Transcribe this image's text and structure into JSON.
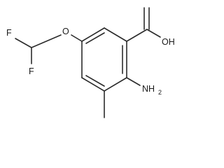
{
  "structure": {
    "atoms": {
      "f_top": "F",
      "f_bottom": "F",
      "o_ether": "O",
      "hydroxyl": "OH",
      "amino_n": "NH",
      "amino_sub": "2"
    },
    "colors": {
      "bond": "#2b2b2b",
      "text": "#1a1a1a",
      "background": "#ffffff"
    }
  }
}
